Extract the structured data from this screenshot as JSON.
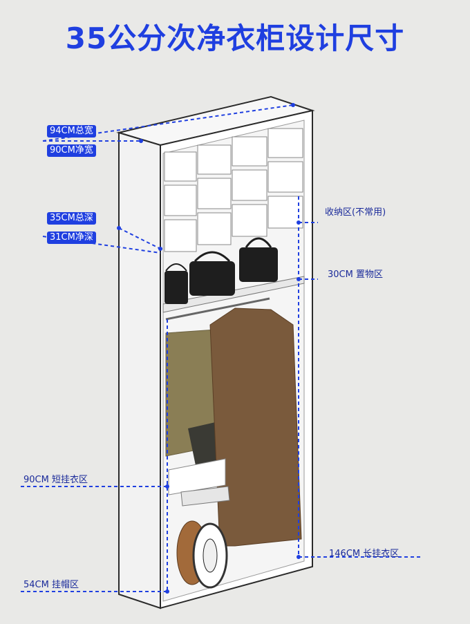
{
  "title": "35公分次净衣柜设计尺寸",
  "labels_left": {
    "total_width": "94CM总宽",
    "net_width": "90CM净宽",
    "total_depth": "35CM总深",
    "net_depth": "31CM净深",
    "short_hang": "90CM 短挂衣区",
    "hat_zone": "54CM 挂帽区"
  },
  "labels_right": {
    "storage": "收纳区(不常用)",
    "shelf": "30CM  置物区",
    "long_hang": "146CM 长挂衣区"
  },
  "colors": {
    "accent": "#1f3fe0",
    "cabinet": "#ffffff",
    "background": "#e9e9e7"
  }
}
